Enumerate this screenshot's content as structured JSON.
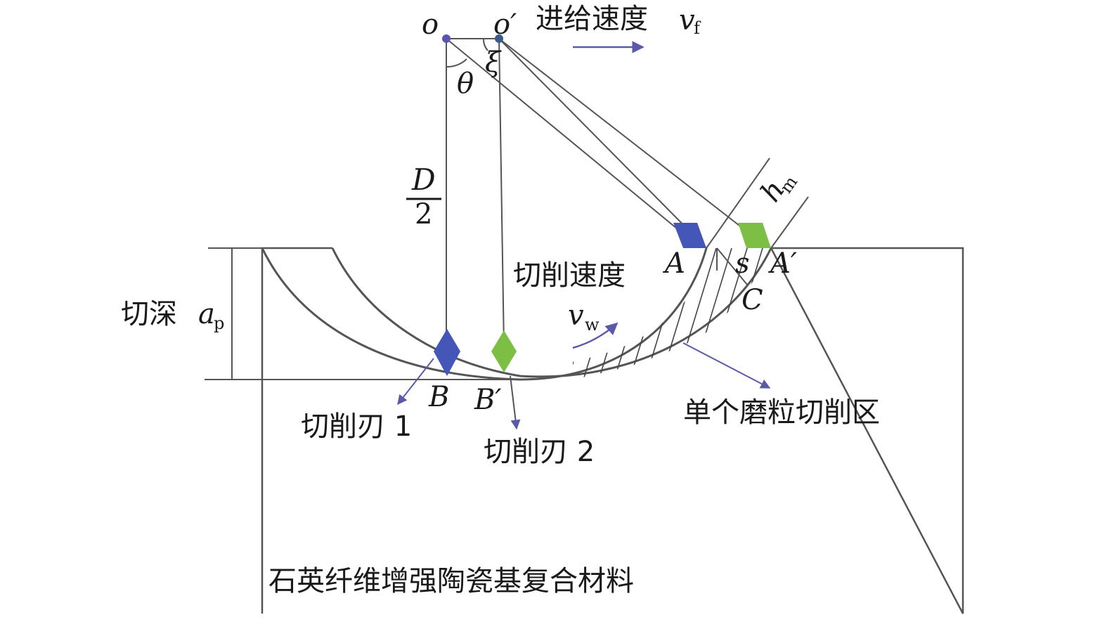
{
  "labels": {
    "o": "o",
    "o_prime": "o′",
    "feed_speed": "进给速度",
    "v": "v",
    "f": "f",
    "xi": "ξ",
    "theta": "θ",
    "D": "D",
    "two": "2",
    "h": "h",
    "m": "m",
    "A": "A",
    "A_prime": "A′",
    "s": "s",
    "C": "C",
    "cutting_speed": "切削速度",
    "v_w": "v",
    "w": "w",
    "cut_depth": "切深",
    "a": "a",
    "p": "p",
    "B": "B",
    "B_prime": "B′",
    "edge1": "切削刃 1",
    "edge2": "切削刃 2",
    "single_grain_zone": "单个磨粒切削区",
    "material": "石英纤维增强陶瓷基复合材料"
  },
  "colors": {
    "blue": "#4456b8",
    "green": "#7cbf44",
    "line": "#555555",
    "arrow": "#5a5aa8"
  }
}
